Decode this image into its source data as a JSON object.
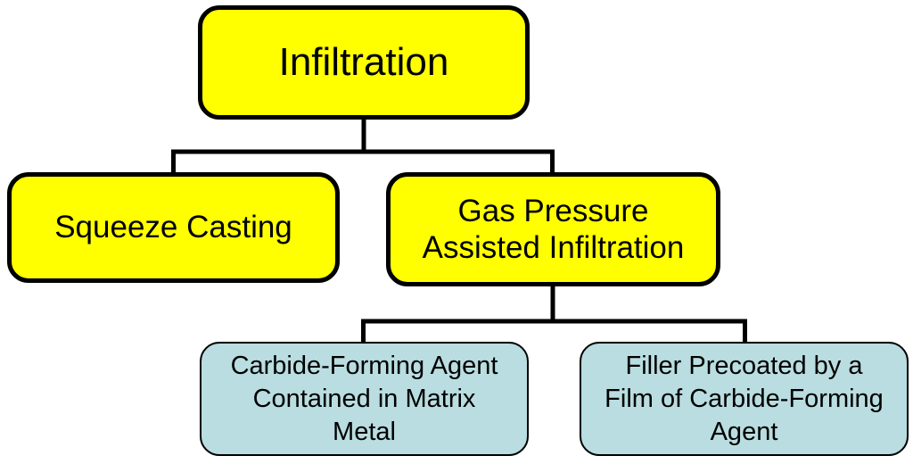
{
  "colors": {
    "primary_fill": "#ffff00",
    "secondary_fill": "#b9dde0",
    "border": "#000000",
    "connector": "#000000"
  },
  "nodes": {
    "root": {
      "lines": [
        "Infiltration"
      ]
    },
    "squeeze_casting": {
      "lines": [
        "Squeeze Casting"
      ]
    },
    "gas_pressure": {
      "lines": [
        "Gas Pressure",
        "Assisted Infiltration"
      ]
    },
    "carbide_agent": {
      "lines": [
        "Carbide-Forming Agent",
        "Contained in Matrix",
        "Metal"
      ]
    },
    "filler_precoated": {
      "lines": [
        "Filler Precoated by a",
        "Film of Carbide-Forming",
        "Agent"
      ]
    }
  },
  "edges": [
    {
      "from": "root",
      "to": "squeeze_casting"
    },
    {
      "from": "root",
      "to": "gas_pressure"
    },
    {
      "from": "gas_pressure",
      "to": "carbide_agent"
    },
    {
      "from": "gas_pressure",
      "to": "filler_precoated"
    }
  ]
}
